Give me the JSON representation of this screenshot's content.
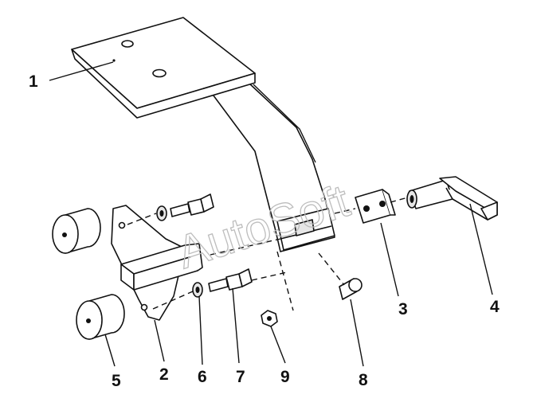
{
  "watermark": "AutoSoft",
  "callouts": {
    "c1": "1",
    "c2": "2",
    "c3": "3",
    "c4": "4",
    "c5": "5",
    "c6": "6",
    "c7": "7",
    "c8": "8",
    "c9": "9"
  }
}
